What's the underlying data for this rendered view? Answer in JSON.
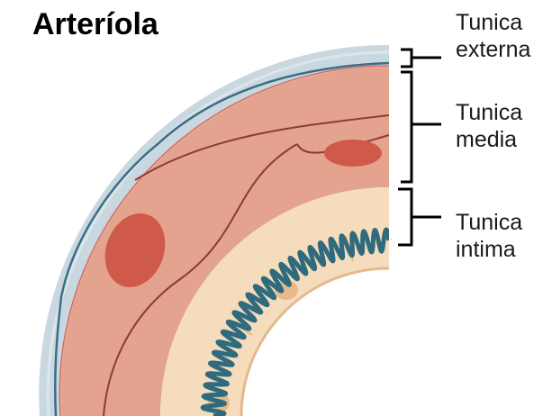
{
  "title": "Arteríola",
  "layers": [
    {
      "line1": "Tunica",
      "line2": "externa"
    },
    {
      "line1": "Tunica",
      "line2": "media"
    },
    {
      "line1": "Tunica",
      "line2": "intima"
    }
  ],
  "colors": {
    "externa": "#c9d8e0",
    "externa_edge": "#3b6e85",
    "media": "#e3a38e",
    "media_dark": "#c77763",
    "nucleus": "#cf5a4a",
    "membrane": "#2f6a7d",
    "intima": "#f5dcbc",
    "intima_edge": "#e4b98f",
    "bracket": "#000000"
  }
}
